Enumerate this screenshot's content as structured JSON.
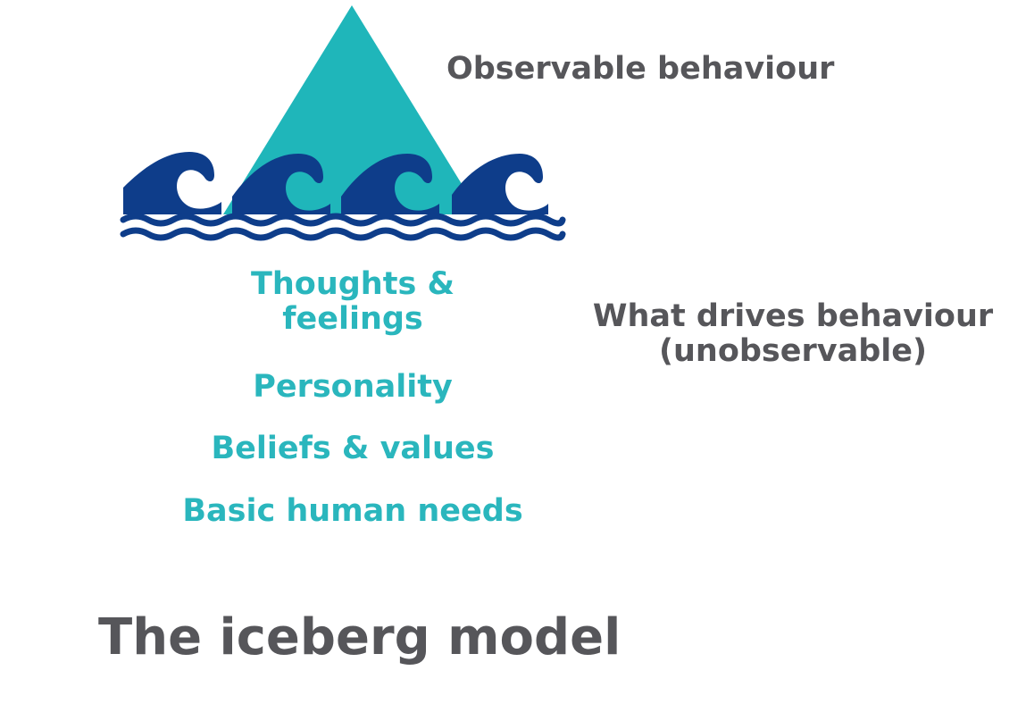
{
  "colors": {
    "iceberg": "#1fb6ba",
    "wave_dark": "#0e3d8a",
    "water_lines": "#0e3d8a",
    "text_grey": "#56565a",
    "text_teal": "#2ab6bd"
  },
  "labels": {
    "observable": "Observable behaviour",
    "drives_line1": "What drives behaviour",
    "drives_line2": "(unobservable)",
    "below_surface": [
      {
        "lines": [
          "Thoughts &",
          "feelings"
        ]
      },
      {
        "lines": [
          "Personality"
        ]
      },
      {
        "lines": [
          "Beliefs & values"
        ]
      },
      {
        "lines": [
          "Basic human needs"
        ]
      }
    ]
  },
  "title": "The iceberg model",
  "icons": {
    "iceberg": "triangle-iceberg-icon",
    "waves": "ocean-waves-icon"
  }
}
